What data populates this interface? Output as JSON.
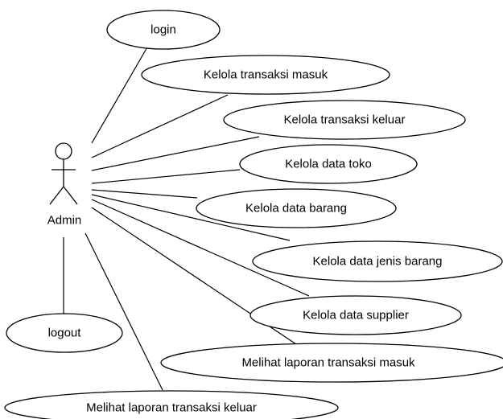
{
  "actor": {
    "label": "Admin"
  },
  "use_cases": [
    {
      "id": "login",
      "label": "login"
    },
    {
      "id": "kelola-transaksi-masuk",
      "label": "Kelola transaksi masuk"
    },
    {
      "id": "kelola-transaksi-keluar",
      "label": "Kelola transaksi keluar"
    },
    {
      "id": "kelola-data-toko",
      "label": "Kelola data toko"
    },
    {
      "id": "kelola-data-barang",
      "label": "Kelola data barang"
    },
    {
      "id": "kelola-data-jenis-barang",
      "label": "Kelola data jenis barang"
    },
    {
      "id": "kelola-data-supplier",
      "label": "Kelola data supplier"
    },
    {
      "id": "logout",
      "label": "logout"
    },
    {
      "id": "melihat-laporan-transaksi-masuk",
      "label": "Melihat laporan transaksi masuk"
    },
    {
      "id": "melihat-laporan-transaksi-keluar",
      "label": "Melihat laporan transaksi keluar"
    }
  ]
}
